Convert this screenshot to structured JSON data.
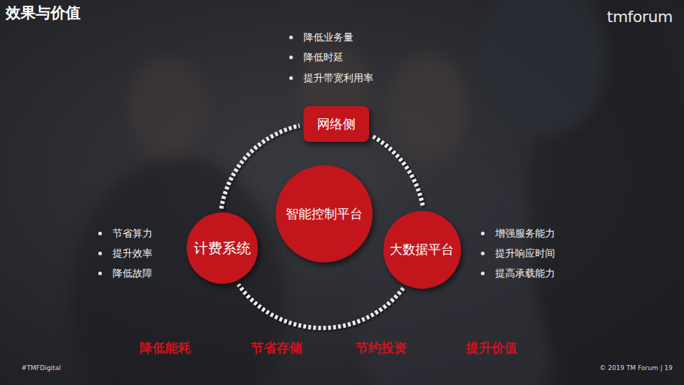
{
  "diagram": {
    "title": "效果与价值",
    "nodes": [
      {
        "text": [
          "网络侧"
        ]
      },
      {
        "text": [
          "智能控制平台"
        ]
      },
      {
        "text": [
          "计费系统"
        ]
      },
      {
        "text": [
          "大数据平台"
        ]
      }
    ],
    "edges": [
      {
        "from": 0,
        "to": 3,
        "arrow": "none"
      },
      {
        "from": 3,
        "to": 2,
        "arrow": "none"
      },
      {
        "from": 2,
        "to": 0,
        "arrow": "none"
      }
    ],
    "labels": [
      "降低业务量",
      "降低时延",
      "提升带宽利用率",
      "节省算力",
      "提升效率",
      "降低故障",
      "增强服务能力",
      "提升响应时间",
      "提高承载能力",
      "降低能耗",
      "节省存储",
      "节约投资",
      "提升价值",
      "tmforum",
      "#TMFDigital",
      "© 2019 TM Forum | 19"
    ]
  }
}
